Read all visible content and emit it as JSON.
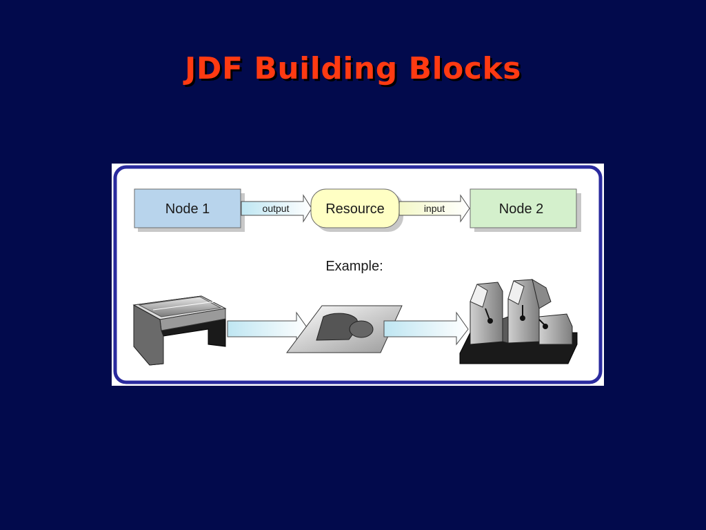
{
  "slide": {
    "title": "JDF Building Blocks"
  },
  "diagram": {
    "node1_label": "Node 1",
    "output_label": "output",
    "resource_label": "Resource",
    "input_label": "input",
    "node2_label": "Node 2",
    "example_label": "Example:"
  },
  "colors": {
    "background": "#020a4c",
    "title": "#ff3a12",
    "frame": "#2a2a9e",
    "node1_fill": "#b8d4ec",
    "resource_fill": "#ffffc4",
    "node2_fill": "#d4f0cc"
  }
}
